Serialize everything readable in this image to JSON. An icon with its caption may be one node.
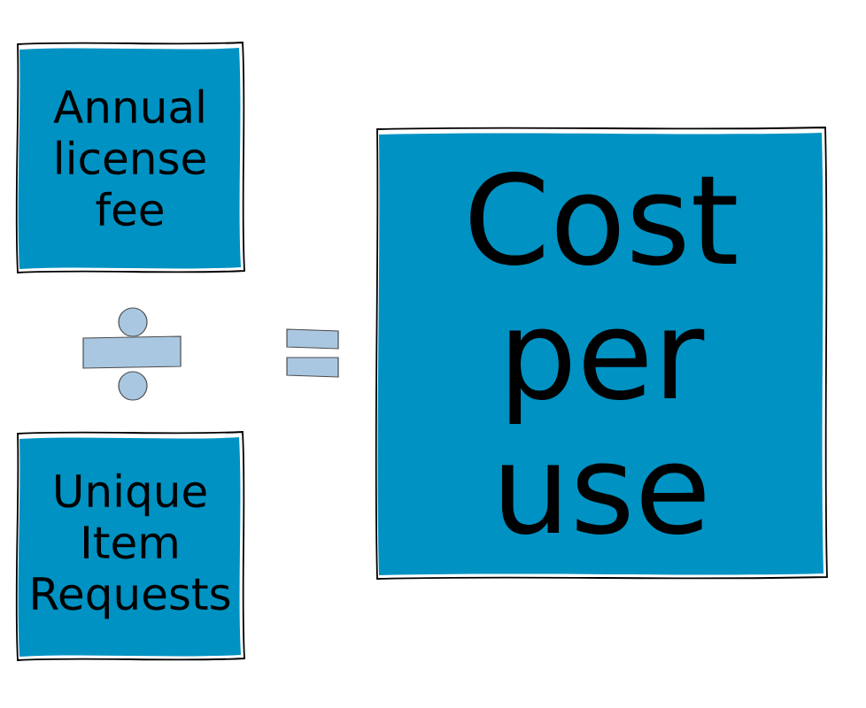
{
  "diagram": {
    "nodes": [
      {
        "text": [
          "Annual license fee"
        ]
      },
      {
        "text": [
          "Unique Item Requests"
        ]
      },
      {
        "text": [
          "Cost per use"
        ]
      }
    ]
  }
}
